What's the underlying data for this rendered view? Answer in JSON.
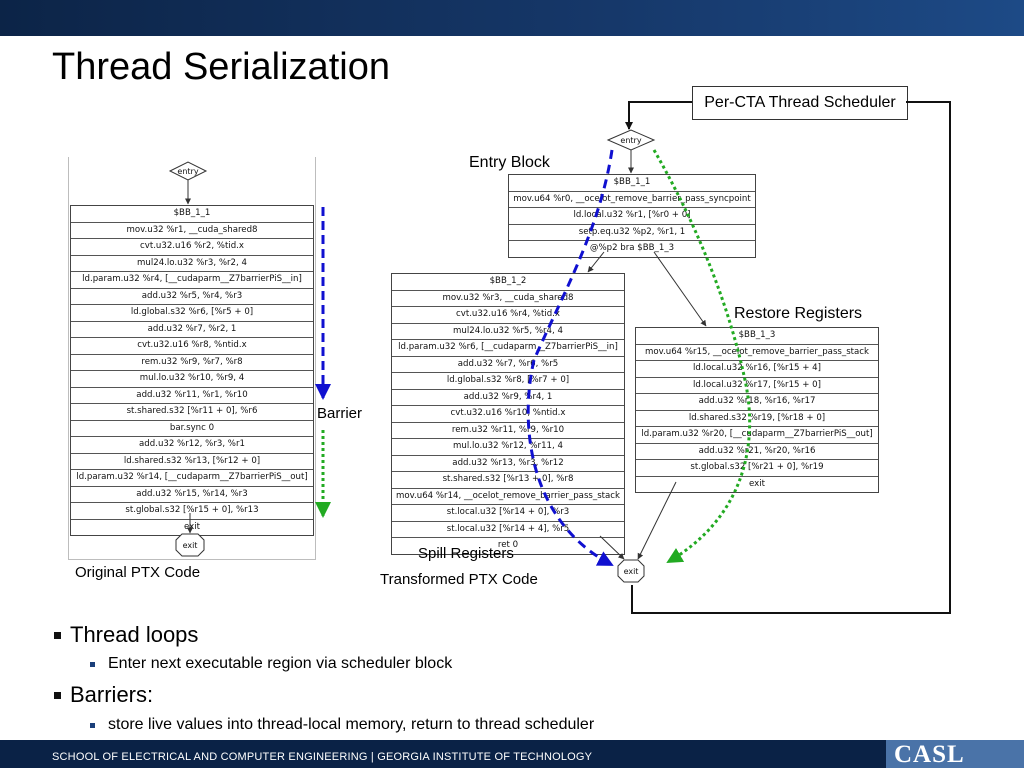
{
  "slide": {
    "title": "Thread Serialization",
    "footer": "SCHOOL OF ELECTRICAL AND COMPUTER ENGINEERING | GEORGIA INSTITUTE OF TECHNOLOGY",
    "logo": "CASL"
  },
  "labels": {
    "scheduler": "Per-CTA Thread Scheduler",
    "entry_block": "Entry Block",
    "restore_registers": "Restore Registers",
    "spill_registers": "Spill Registers",
    "original_ptx": "Original PTX Code",
    "transformed_ptx": "Transformed PTX Code",
    "barrier": "Barrier"
  },
  "nodes": {
    "entry": "entry",
    "exit": "exit"
  },
  "original_block": [
    "$BB_1_1",
    "mov.u32 %r1, __cuda_shared8",
    "cvt.u32.u16 %r2, %tid.x",
    "mul24.lo.u32 %r3, %r2, 4",
    "ld.param.u32 %r4, [__cudaparm__Z7barrierPiS__in]",
    "add.u32 %r5, %r4, %r3",
    "ld.global.s32 %r6, [%r5 + 0]",
    "add.u32 %r7, %r2, 1",
    "cvt.u32.u16 %r8, %ntid.x",
    "rem.u32 %r9, %r7, %r8",
    "mul.lo.u32 %r10, %r9, 4",
    "add.u32 %r11, %r1, %r10",
    "st.shared.s32 [%r11 + 0], %r6",
    "bar.sync 0",
    "add.u32 %r12, %r3, %r1",
    "ld.shared.s32 %r13, [%r12 + 0]",
    "ld.param.u32 %r14, [__cudaparm__Z7barrierPiS__out]",
    "add.u32 %r15, %r14, %r3",
    "st.global.s32 [%r15 + 0], %r13",
    "exit"
  ],
  "entry_block_rows": [
    "$BB_1_1",
    "mov.u64 %r0, __ocelot_remove_barrier_pass_syncpoint",
    "ld.local.u32 %r1, [%r0 + 0]",
    "setp.eq.u32 %p2, %r1, 1",
    "@%p2 bra $BB_1_3"
  ],
  "spill_block": [
    "$BB_1_2",
    "mov.u32 %r3, __cuda_shared8",
    "cvt.u32.u16 %r4, %tid.x",
    "mul24.lo.u32 %r5, %r4, 4",
    "ld.param.u32 %r6, [__cudaparm__Z7barrierPiS__in]",
    "add.u32 %r7, %r6, %r5",
    "ld.global.s32 %r8, [%r7 + 0]",
    "add.u32 %r9, %r4, 1",
    "cvt.u32.u16 %r10, %ntid.x",
    "rem.u32 %r11, %r9, %r10",
    "mul.lo.u32 %r12, %r11, 4",
    "add.u32 %r13, %r3, %r12",
    "st.shared.s32 [%r13 + 0], %r8",
    "mov.u64 %r14, __ocelot_remove_barrier_pass_stack",
    "st.local.u32 [%r14 + 0], %r3",
    "st.local.u32 [%r14 + 4], %r5",
    "ret 0"
  ],
  "restore_block": [
    "$BB_1_3",
    "mov.u64 %r15, __ocelot_remove_barrier_pass_stack",
    "ld.local.u32 %r16, [%r15 + 4]",
    "ld.local.u32 %r17, [%r15 + 0]",
    "add.u32 %r18, %r16, %r17",
    "ld.shared.s32 %r19, [%r18 + 0]",
    "ld.param.u32 %r20, [__cudaparm__Z7barrierPiS__out]",
    "add.u32 %r21, %r20, %r16",
    "st.global.s32 [%r21 + 0], %r19",
    "exit"
  ],
  "bullets": [
    {
      "text": "Thread loops",
      "sub": [
        "Enter next executable region via scheduler block"
      ]
    },
    {
      "text": "Barriers:",
      "sub": [
        "store live values into thread-local memory, return to thread scheduler"
      ]
    }
  ],
  "colors": {
    "header": "#0c2447",
    "footer": "#0a2246",
    "logo_bg": "#4a73a8",
    "blue_arrow": "#1010d0",
    "green_arrow": "#22aa22"
  }
}
